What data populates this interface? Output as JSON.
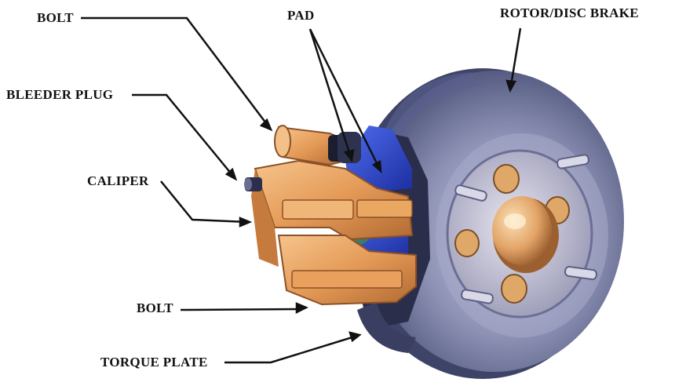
{
  "labels": {
    "bolt_top": "BOLT",
    "pad": "PAD",
    "rotor": "ROTOR/DISC BRAKE",
    "bleeder_plug": "BLEEDER PLUG",
    "caliper": "CALIPER",
    "bolt_bottom": "BOLT",
    "torque_plate": "TORQUE PLATE"
  },
  "colors": {
    "rotor": "#8a8fb2",
    "rotor_dark": "#4e5578",
    "hub": "#c9c7d9",
    "caliper": "#e9a463",
    "caliper_dark": "#b86e33",
    "pad": "#2c4ad0",
    "leader": "#111111"
  }
}
